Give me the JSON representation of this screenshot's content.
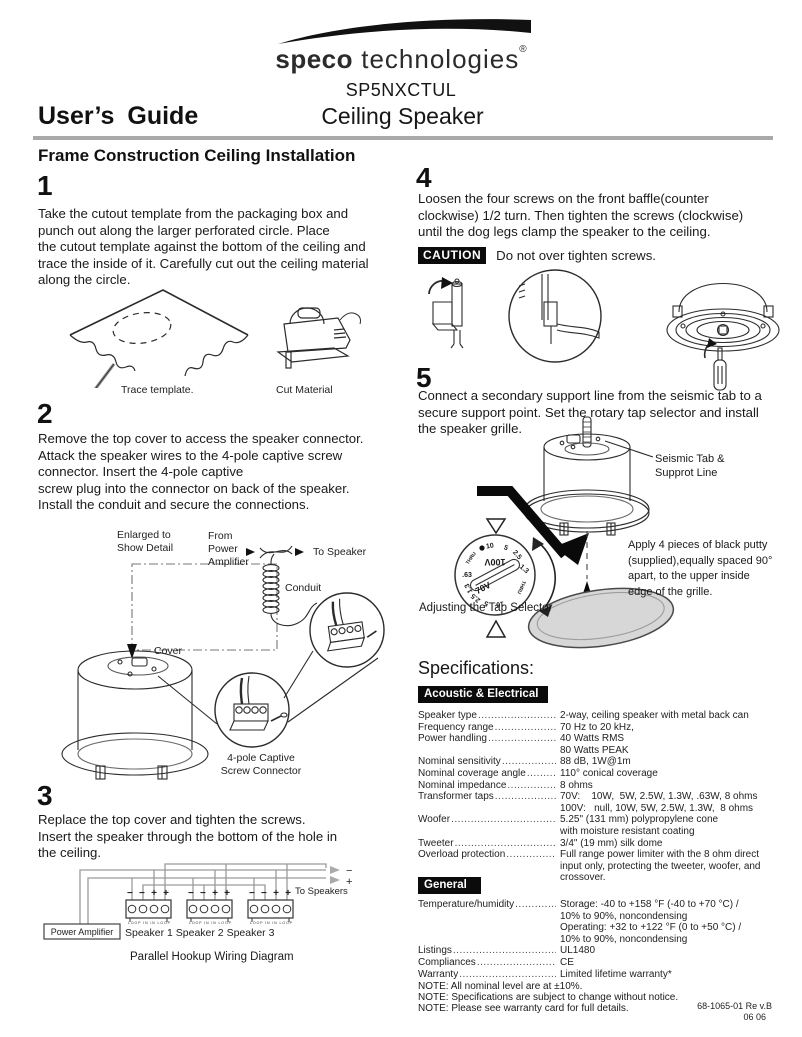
{
  "header": {
    "brand_bold": "speco",
    "brand_light": " technologies",
    "reg": "®",
    "model": "SP5NXCTUL",
    "guide_title": "User’s Guide",
    "product_title": "Ceiling Speaker"
  },
  "section_title": "Frame Construction Ceiling Installation",
  "steps": {
    "s1": {
      "num": "1",
      "text": "Take the cutout template from the packaging box and\npunch out along the larger perforated circle. Place\nthe cutout template against the bottom of the ceiling and\ntrace the inside of it. Carefully cut out the ceiling material\nalong the circle."
    },
    "s2": {
      "num": "2",
      "text": "Remove the top cover to access the speaker connector.\nAttack the speaker wires to the 4-pole captive screw\nconnector. Insert the 4-pole captive\nscrew plug into the connector on back of the speaker.\nInstall the conduit and secure the connections."
    },
    "s3": {
      "num": "3",
      "text": "Replace the top cover and tighten the screws.\nInsert the speaker through the bottom of the hole in\nthe ceiling."
    },
    "s4": {
      "num": "4",
      "text": "Loosen the four screws on the front baffle(counter\nclockwise) 1/2 turn. Then tighten the screws (clockwise)\nuntil the dog legs clamp the speaker to the ceiling."
    },
    "s5": {
      "num": "5",
      "text": "Connect a secondary support line from the seismic tab to a\nsecure support point. Set the rotary tap selector and install\nthe speaker grille."
    }
  },
  "caution": {
    "badge": "CAUTION",
    "text": "Do not over tighten screws."
  },
  "fig1": {
    "trace_label": "Trace template.",
    "cut_label": "Cut Material"
  },
  "fig2": {
    "enlarged": "Enlarged to\nShow Detail",
    "from_amp": "From\nPower\nAmplifier",
    "to_speaker": "To Speaker",
    "conduit": "Conduit",
    "cover": "Cover",
    "connector": "4-pole Captive\nScrew Connector"
  },
  "fig3": {
    "power_amp": "Power Amplifier",
    "speakers": "Speaker 1 Speaker 2 Speaker 3",
    "to_speakers": "To Speakers",
    "minus": "−",
    "plus": "+",
    "polarity": "− − + +",
    "terminal_row": "LOOP   IN    IN    LOOP",
    "caption": "Parallel Hookup Wiring Diagram"
  },
  "fig5": {
    "seismic": "Seismic Tab &\nSupprot Line",
    "putty": "Apply 4 pieces of black putty\n(supplied),equally spaced 90°\napart, to the upper inside\nedge of the grille.",
    "adjusting": "Adjusting the Tap Selector",
    "dial": {
      "v70": "70V",
      "v100": "100V",
      "ticks": [
        "10",
        "5",
        "2.5",
        "1.3",
        "THRU",
        "10",
        "5",
        "2.5",
        "1.3",
        ".63",
        "THRU"
      ]
    }
  },
  "specs": {
    "title": "Specifications:",
    "acoustic_header": "Acoustic & Electrical",
    "acoustic_rows": [
      {
        "label": "Speaker type",
        "value": "2-way, ceiling speaker with metal back can"
      },
      {
        "label": "Frequency range",
        "value": "70 Hz to 20 kHz,"
      },
      {
        "label": "Power handling",
        "value": "40 Watts RMS\n80 Watts PEAK"
      },
      {
        "label": "Nominal sensitivity",
        "value": "88 dB, 1W@1m"
      },
      {
        "label": "Nominal coverage angle",
        "value": "110° conical coverage"
      },
      {
        "label": "Nominal impedance",
        "value": "8 ohms"
      },
      {
        "label": "Transformer taps",
        "value": "70V:    10W,  5W, 2.5W, 1.3W, .63W, 8 ohms\n100V:   null, 10W, 5W, 2.5W, 1.3W,  8 ohms"
      },
      {
        "label": "Woofer",
        "value": "5.25\" (131 mm) polypropylene cone\nwith moisture resistant coating"
      },
      {
        "label": "Tweeter",
        "value": "3/4\" (19 mm) silk dome"
      },
      {
        "label": "Overload protection",
        "value": "Full range power limiter with the 8 ohm direct\ninput only, protecting the tweeter, woofer, and\ncrossover."
      }
    ],
    "general_header": "General",
    "general_rows": [
      {
        "label": "Temperature/humidity ",
        "value": "Storage: -40 to +158 °F (-40 to +70 °C) /\n10% to 90%, noncondensing\nOperating: +32 to +122 °F (0 to +50 °C) /\n10% to 90%, noncondensing"
      },
      {
        "label": "Listings",
        "value": "UL1480"
      },
      {
        "label": "Compliances",
        "value": "CE"
      },
      {
        "label": "Warranty ",
        "value": "Limited lifetime warranty*"
      }
    ]
  },
  "notes": [
    "NOTE:  All nominal level are at ±10%.",
    "NOTE:  Specifications are subject to change without notice.",
    "NOTE:  Please see warranty card for full details."
  ],
  "footer": {
    "doc_number": "68-1065-01  Re v.B",
    "date_code": "06 06"
  }
}
